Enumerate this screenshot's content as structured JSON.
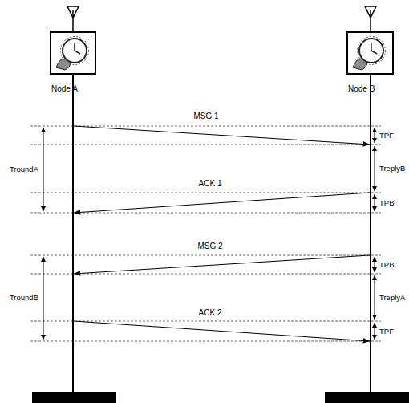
{
  "diagram": {
    "nodes": [
      {
        "text": [
          "Node A"
        ]
      },
      {
        "text": [
          "Node B"
        ]
      }
    ],
    "edges": [
      {
        "from": 0,
        "to": 1,
        "label": "MSG 1",
        "arrow": "to"
      },
      {
        "from": 1,
        "to": 0,
        "label": "ACK 1",
        "arrow": "to"
      },
      {
        "from": 1,
        "to": 0,
        "label": "MSG 2",
        "arrow": "to"
      },
      {
        "from": 0,
        "to": 1,
        "label": "ACK 2",
        "arrow": "to"
      }
    ],
    "labels": [
      "TPF",
      "TroundA",
      "TreplyB",
      "TPB",
      "TPB",
      "TroundB",
      "TreplyA",
      "TPF"
    ]
  }
}
